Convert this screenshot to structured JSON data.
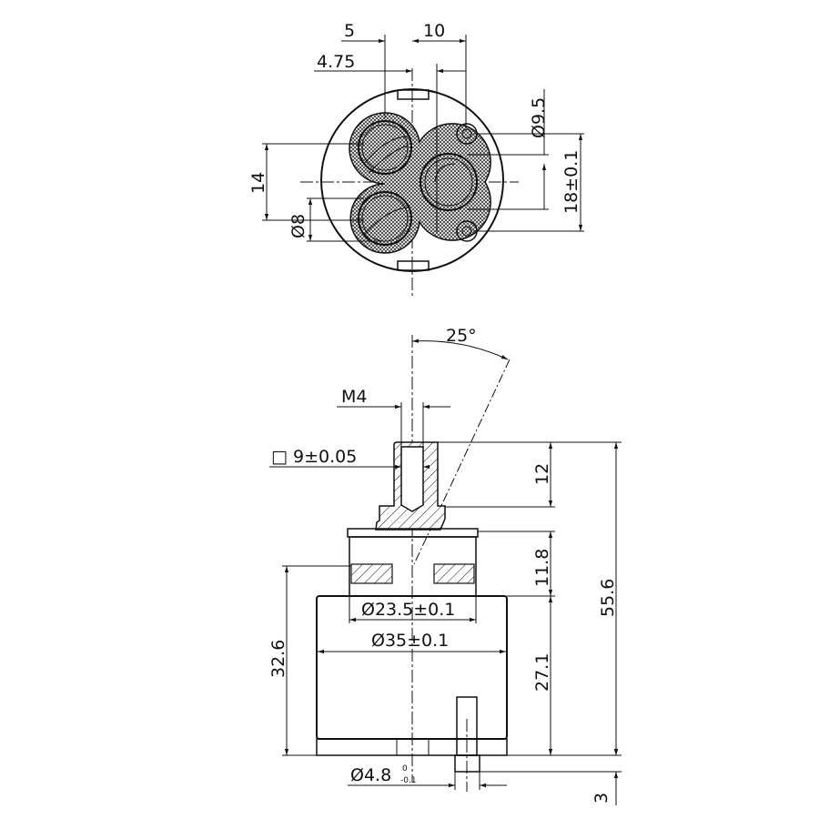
{
  "drawing": {
    "top_view": {
      "dim_5": "5",
      "dim_10": "10",
      "dim_4_75": "4.75",
      "dim_dia_9_5": "Ø9.5",
      "dim_18": "18±0.1",
      "dim_14": "14",
      "dim_dia_8": "Ø8"
    },
    "side_view": {
      "dim_angle": "25°",
      "dim_m4": "M4",
      "dim_square": "□ 9±0.05",
      "dim_12": "12",
      "dim_11_8": "11.8",
      "dim_55_6": "55.6",
      "dim_dia_23_5": "Ø23.5±0.1",
      "dim_dia_35": "Ø35±0.1",
      "dim_32_6": "32.6",
      "dim_27_1": "27.1",
      "dim_dia_4_8": "Ø4.8",
      "dim_dia_4_8_tol_upper": "0",
      "dim_dia_4_8_tol_lower": "-0.1",
      "dim_3": "3"
    }
  }
}
